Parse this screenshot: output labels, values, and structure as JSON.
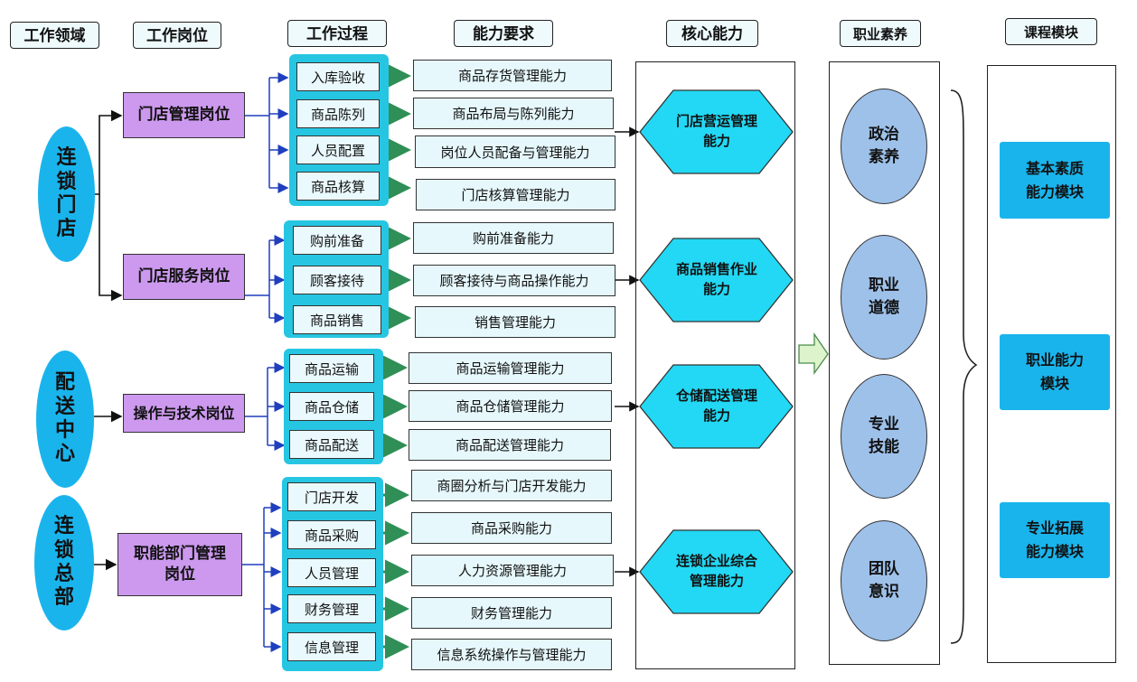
{
  "headers": {
    "work_domain": "工作领域",
    "work_post": "工作岗位",
    "work_process": "工作过程",
    "ability_req": "能力要求",
    "core_ability": "核心能力",
    "professional_quality": "职业素养",
    "course_module": "课程模块"
  },
  "domains": [
    {
      "label": "连锁门店"
    },
    {
      "label": "配送中心"
    },
    {
      "label": "连锁总部"
    }
  ],
  "posts": [
    {
      "label": "门店管理岗位"
    },
    {
      "label": "门店服务岗位"
    },
    {
      "label": "操作与技术岗位"
    },
    {
      "label_line1": "职能部门管理",
      "label_line2": "岗位"
    }
  ],
  "processes": [
    "入库验收",
    "商品陈列",
    "人员配置",
    "商品核算",
    "购前准备",
    "顾客接待",
    "商品销售",
    "商品运输",
    "商品仓储",
    "商品配送",
    "门店开发",
    "商品采购",
    "人员管理",
    "财务管理",
    "信息管理"
  ],
  "abilities": [
    "商品存货管理能力",
    "商品布局与陈列能力",
    "岗位人员配备与管理能力",
    "门店核算管理能力",
    "购前准备能力",
    "顾客接待与商品操作能力",
    "销售管理能力",
    "商品运输管理能力",
    "商品仓储管理能力",
    "商品配送管理能力",
    "商圈分析与门店开发能力",
    "商品采购能力",
    "人力资源管理能力",
    "财务管理能力",
    "信息系统操作与管理能力"
  ],
  "core_abilities": [
    {
      "line1": "门店营运管理",
      "line2": "能力"
    },
    {
      "line1": "商品销售作业",
      "line2": "能力"
    },
    {
      "line1": "仓储配送管理",
      "line2": "能力"
    },
    {
      "line1": "连锁企业综合",
      "line2": "管理能力"
    }
  ],
  "qualities": [
    {
      "line1": "政治",
      "line2": "素养"
    },
    {
      "line1": "职业",
      "line2": "道德"
    },
    {
      "line1": "专业",
      "line2": "技能"
    },
    {
      "line1": "团队",
      "line2": "意识"
    }
  ],
  "modules": [
    {
      "line1": "基本素质",
      "line2": "能力模块"
    },
    {
      "line1": "职业能力",
      "line2": "模块"
    },
    {
      "line1": "专业拓展",
      "line2": "能力模块"
    }
  ],
  "colors": {
    "domain_fill": "#1ab4ec",
    "post_fill": "#cc99ee",
    "process_group_fill": "#26c6e2",
    "hexagon_fill": "#22d8f4",
    "quality_fill": "#9ec1ea",
    "module_fill": "#1ab4ec",
    "arrow_blue": "#1f3fbf",
    "arrow_green": "#2f8f57"
  }
}
